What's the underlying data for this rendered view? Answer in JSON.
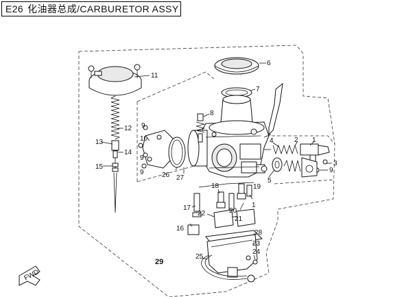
{
  "title": {
    "code": "E26",
    "text": "化油器总成/CARBURETOR ASSY"
  },
  "callouts": {
    "p1": "1",
    "p2": "2",
    "p3": "3",
    "p4": "4",
    "p5": "5",
    "p6": "6",
    "p7": "7",
    "p8": "8",
    "p9a": "9",
    "p9b": "9",
    "p9c": "9",
    "p10": "10",
    "p11": "11",
    "p12": "12",
    "p13": "13",
    "p14": "14",
    "p15": "15",
    "p16": "16",
    "p17": "17",
    "p18": "18",
    "p19": "19",
    "p20": "20",
    "p21": "21",
    "p22": "22",
    "p23": "23",
    "p24": "24",
    "p25": "25",
    "p26": "26",
    "p27": "27",
    "p28": "28",
    "p29": "29"
  },
  "direction_label": "FWD"
}
